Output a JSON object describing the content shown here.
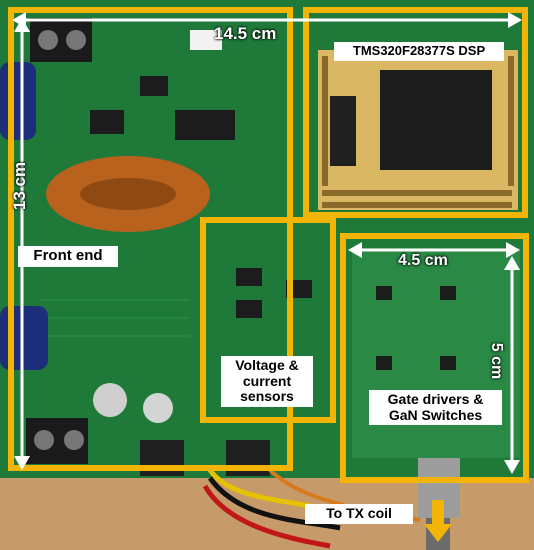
{
  "photo": {
    "subject": "photo-of-pcb-with-annotated-regions",
    "colors": {
      "frame": "#F2B405",
      "pcb": "#1f7a3a",
      "pcb_dark": "#155c2a",
      "chip": "#1c1c1c",
      "header_board": "#d9b763",
      "wood": "#c79a6a",
      "coil": "#b8621d"
    }
  },
  "dimensions": {
    "board_width": "14.5 cm",
    "board_height": "13 cm",
    "gate_width": "4.5 cm",
    "gate_height": "5 cm"
  },
  "labels": {
    "dsp": "TMS320F28377S DSP",
    "front_end": "Front end",
    "sensors": "Voltage &\ncurrent\nsensors",
    "gate_drivers": "Gate drivers &\nGaN Switches",
    "tx_coil": "To TX coil"
  }
}
